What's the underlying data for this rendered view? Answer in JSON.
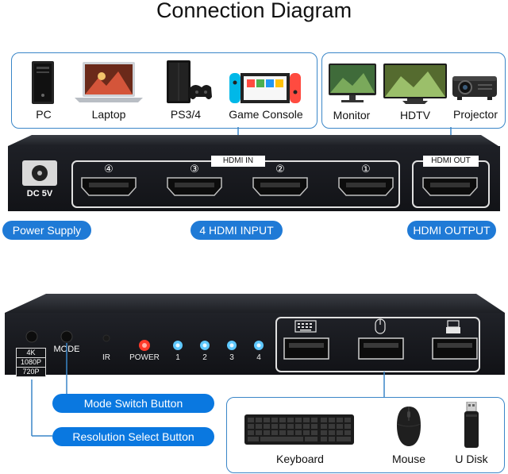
{
  "title": "Connection Diagram",
  "inputs": {
    "devices": [
      {
        "label": "PC",
        "icon": "pc-tower-icon"
      },
      {
        "label": "Laptop",
        "icon": "laptop-icon"
      },
      {
        "label": "PS3/4",
        "icon": "game-console-icon"
      },
      {
        "label": "Game Console",
        "icon": "handheld-console-icon"
      }
    ]
  },
  "outputs": {
    "devices": [
      {
        "label": "Monitor",
        "icon": "monitor-icon"
      },
      {
        "label": "HDTV",
        "icon": "tv-icon"
      },
      {
        "label": "Projector",
        "icon": "projector-icon"
      }
    ]
  },
  "device_top": {
    "hdmi_in_label": "HDMI IN",
    "hdmi_out_label": "HDMI OUT",
    "dc_label": "DC 5V",
    "port_numbers": [
      "④",
      "③",
      "②",
      "①"
    ]
  },
  "callouts_top": {
    "power_supply": "Power Supply",
    "hdmi_input": "4 HDMI INPUT",
    "hdmi_output": "HDMI OUTPUT"
  },
  "device_bottom": {
    "resolution_lines": [
      "4K",
      "1080P",
      "720P"
    ],
    "mode_label": "MODE",
    "ir_label": "IR",
    "power_label": "POWER",
    "led_labels": [
      "1",
      "2",
      "3",
      "4"
    ]
  },
  "callouts_bottom": {
    "mode_switch": "Mode Switch Button",
    "resolution_select": "Resolution Select Button"
  },
  "peripherals": [
    {
      "label": "Keyboard",
      "icon": "keyboard-icon"
    },
    {
      "label": "Mouse",
      "icon": "mouse-icon"
    },
    {
      "label": "U Disk",
      "icon": "usb-drive-icon"
    }
  ],
  "colors": {
    "accent": "#1f7ad6",
    "device_body": "#1b1d22",
    "led_blue": "#5ec8ff",
    "led_red": "#ff3a2a"
  }
}
